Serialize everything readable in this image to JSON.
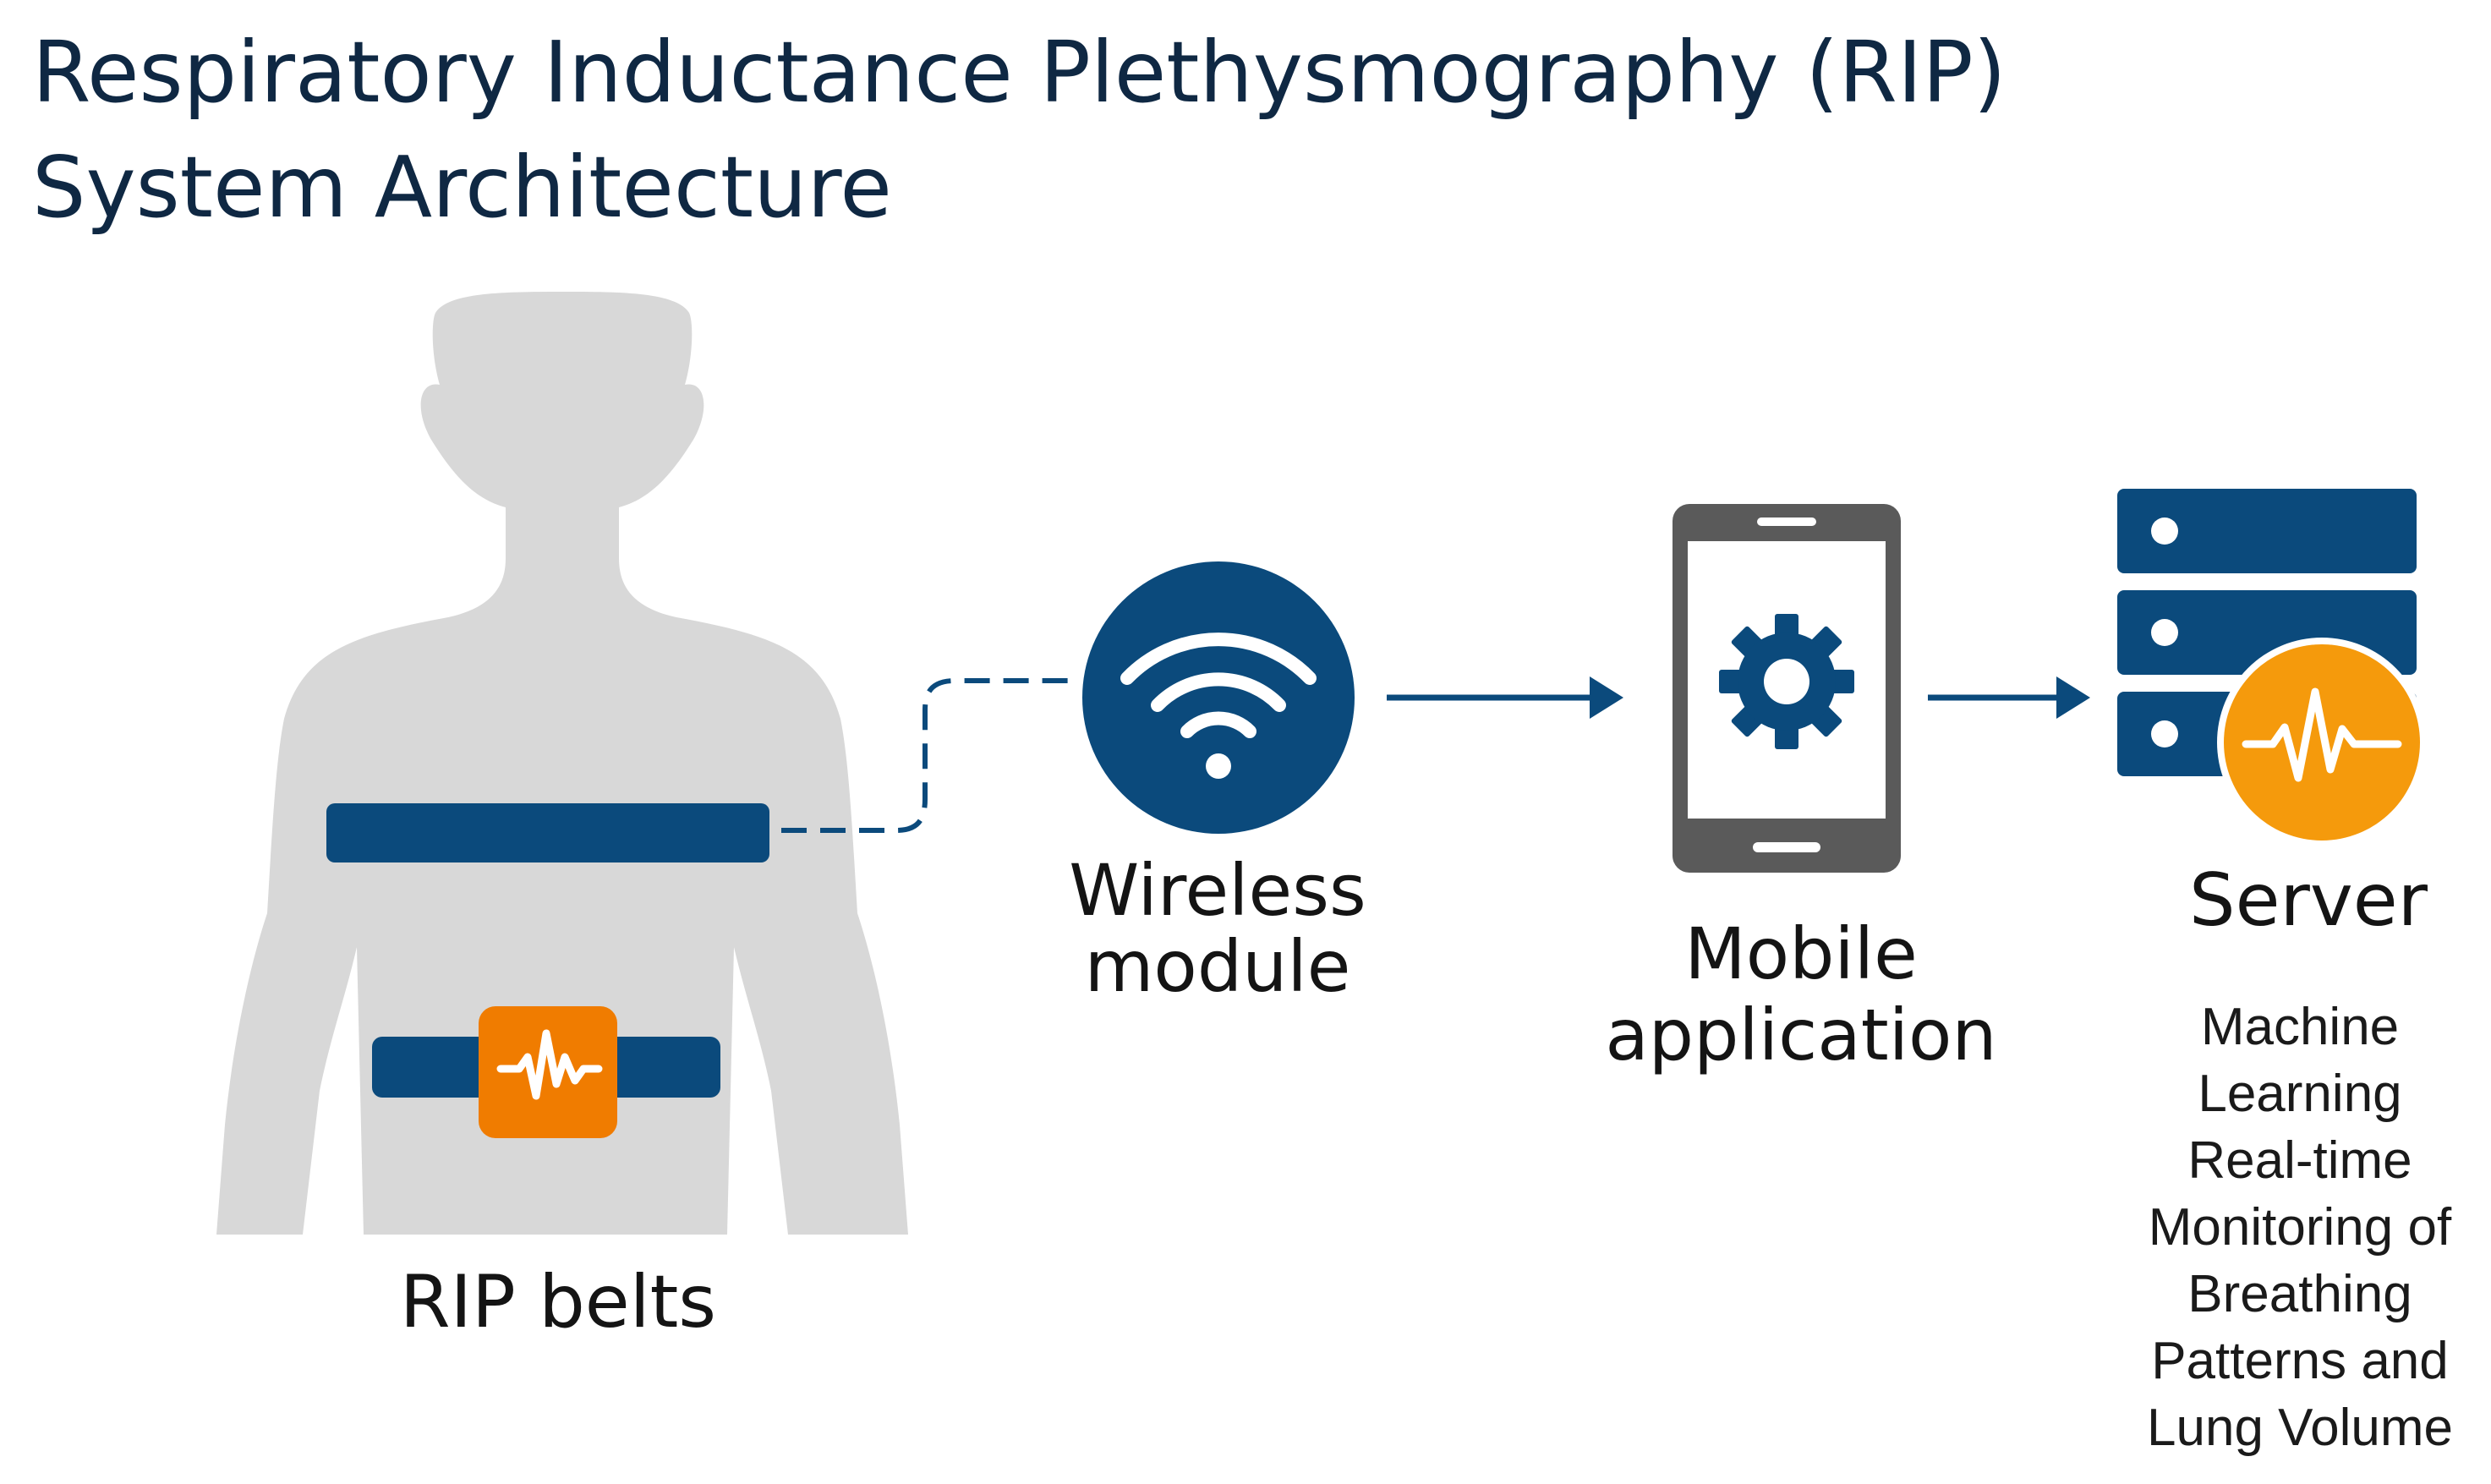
{
  "title": {
    "line1": "Respiratory Inductance Plethysmography (RIP)",
    "line2": "System Architecture"
  },
  "nodes": {
    "rip_belts": {
      "label": "RIP belts",
      "icon": "waveform-icon"
    },
    "wireless": {
      "label_line1": "Wireless",
      "label_line2": "module",
      "icon": "wifi-icon"
    },
    "mobile": {
      "label_line1": "Mobile",
      "label_line2": "application",
      "icon": "gear-icon"
    },
    "server": {
      "label": "Server",
      "icon": "server-icon",
      "badge_icon": "heartbeat-icon",
      "description_lines": [
        "Machine",
        "Learning",
        "Real-time",
        "Monitoring of",
        "Breathing",
        "Patterns and",
        "Lung Volume"
      ]
    }
  },
  "connections": [
    {
      "from": "rip_belts",
      "to": "wireless",
      "style": "dashed"
    },
    {
      "from": "wireless",
      "to": "mobile",
      "style": "arrow"
    },
    {
      "from": "mobile",
      "to": "server",
      "style": "arrow"
    }
  ],
  "colors": {
    "navy": "#0b4a7c",
    "title": "#0f2843",
    "orange": "#f07c00",
    "server_badge": "#f59a0c",
    "silhouette": "#d8d8d8",
    "phone_frame": "#5a5a5a",
    "label_text": "#141414"
  }
}
